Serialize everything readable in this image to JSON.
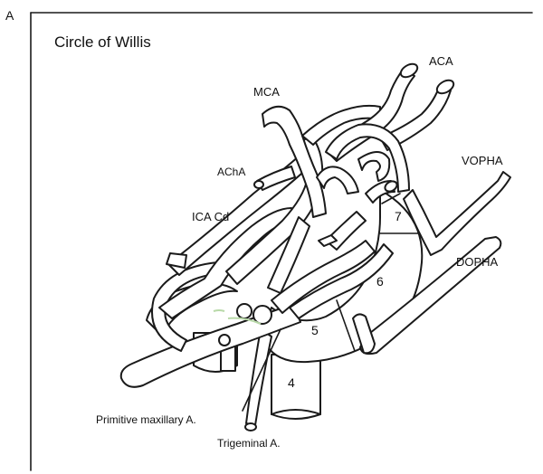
{
  "panel": {
    "letter": "A",
    "title": "Circle of Willis"
  },
  "labels": {
    "aca": "ACA",
    "mca": "MCA",
    "acha": "AChA",
    "ica_cd": "ICA Cd",
    "vopha": "VOPHA",
    "dopha": "DOPHA",
    "primitive_maxillary": "Primitive maxillary A.",
    "trigeminal": "Trigeminal A."
  },
  "segments": {
    "s4": "4",
    "s5": "5",
    "s6": "6",
    "s7": "7"
  },
  "colors": {
    "stroke": "#1a1a1a",
    "green_tint": "#b8d9a8"
  }
}
